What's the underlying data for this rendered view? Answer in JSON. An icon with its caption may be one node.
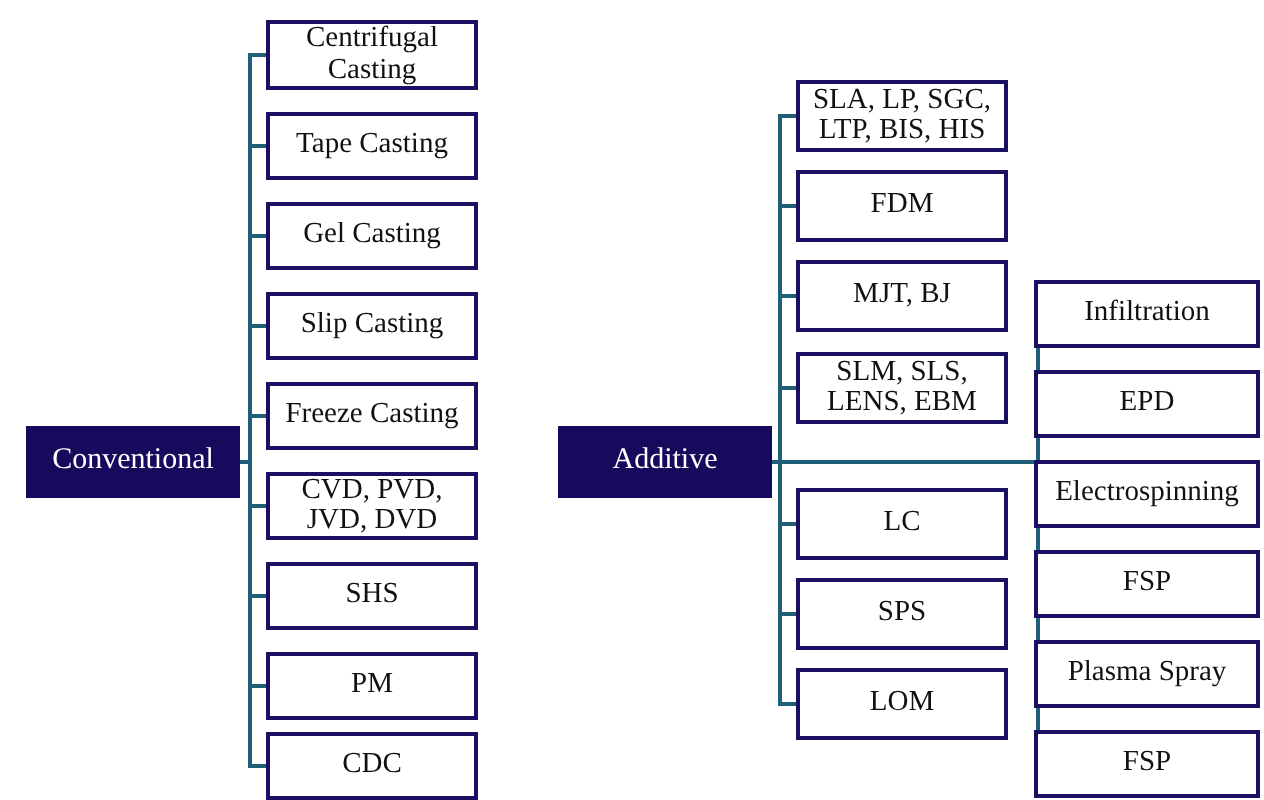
{
  "diagram": {
    "nodes": [
      {
        "text": [
          "Conventional"
        ]
      },
      {
        "text": [
          "Centrifugal Casting"
        ]
      },
      {
        "text": [
          "Tape Casting"
        ]
      },
      {
        "text": [
          "Gel Casting"
        ]
      },
      {
        "text": [
          "Slip Casting"
        ]
      },
      {
        "text": [
          "Freeze Casting"
        ]
      },
      {
        "text": [
          "CVD, PVD, JVD, DVD"
        ]
      },
      {
        "text": [
          "SHS"
        ]
      },
      {
        "text": [
          "PM"
        ]
      },
      {
        "text": [
          "CDC"
        ]
      },
      {
        "text": [
          "Additive"
        ]
      },
      {
        "text": [
          "SLA, LP, SGC, LTP, BIS, HIS"
        ]
      },
      {
        "text": [
          "FDM"
        ]
      },
      {
        "text": [
          "MJT, BJ"
        ]
      },
      {
        "text": [
          "SLM, SLS, LENS, EBM"
        ]
      },
      {
        "text": [
          "LC"
        ]
      },
      {
        "text": [
          "SPS"
        ]
      },
      {
        "text": [
          "LOM"
        ]
      },
      {
        "text": [
          "Infiltration"
        ]
      },
      {
        "text": [
          "EPD"
        ]
      },
      {
        "text": [
          "Electrospinning"
        ]
      },
      {
        "text": [
          "FSP"
        ]
      },
      {
        "text": [
          "Plasma Spray"
        ]
      },
      {
        "text": [
          "FSP"
        ]
      }
    ],
    "edges": [
      {
        "from": 0,
        "to": 1,
        "arrow": "none"
      },
      {
        "from": 0,
        "to": 2,
        "arrow": "none"
      },
      {
        "from": 0,
        "to": 3,
        "arrow": "none"
      },
      {
        "from": 0,
        "to": 4,
        "arrow": "none"
      },
      {
        "from": 0,
        "to": 5,
        "arrow": "none"
      },
      {
        "from": 0,
        "to": 6,
        "arrow": "none"
      },
      {
        "from": 0,
        "to": 7,
        "arrow": "none"
      },
      {
        "from": 0,
        "to": 8,
        "arrow": "none"
      },
      {
        "from": 0,
        "to": 9,
        "arrow": "none"
      },
      {
        "from": 10,
        "to": 11,
        "arrow": "none"
      },
      {
        "from": 10,
        "to": 12,
        "arrow": "none"
      },
      {
        "from": 10,
        "to": 13,
        "arrow": "none"
      },
      {
        "from": 10,
        "to": 14,
        "arrow": "none"
      },
      {
        "from": 10,
        "to": 15,
        "arrow": "none"
      },
      {
        "from": 10,
        "to": 16,
        "arrow": "none"
      },
      {
        "from": 10,
        "to": 17,
        "arrow": "none"
      },
      {
        "from": 10,
        "to": 18,
        "arrow": "none"
      },
      {
        "from": 10,
        "to": 19,
        "arrow": "none"
      },
      {
        "from": 10,
        "to": 20,
        "arrow": "none"
      },
      {
        "from": 10,
        "to": 21,
        "arrow": "none"
      },
      {
        "from": 10,
        "to": 22,
        "arrow": "none"
      },
      {
        "from": 10,
        "to": 23,
        "arrow": "none"
      }
    ]
  }
}
